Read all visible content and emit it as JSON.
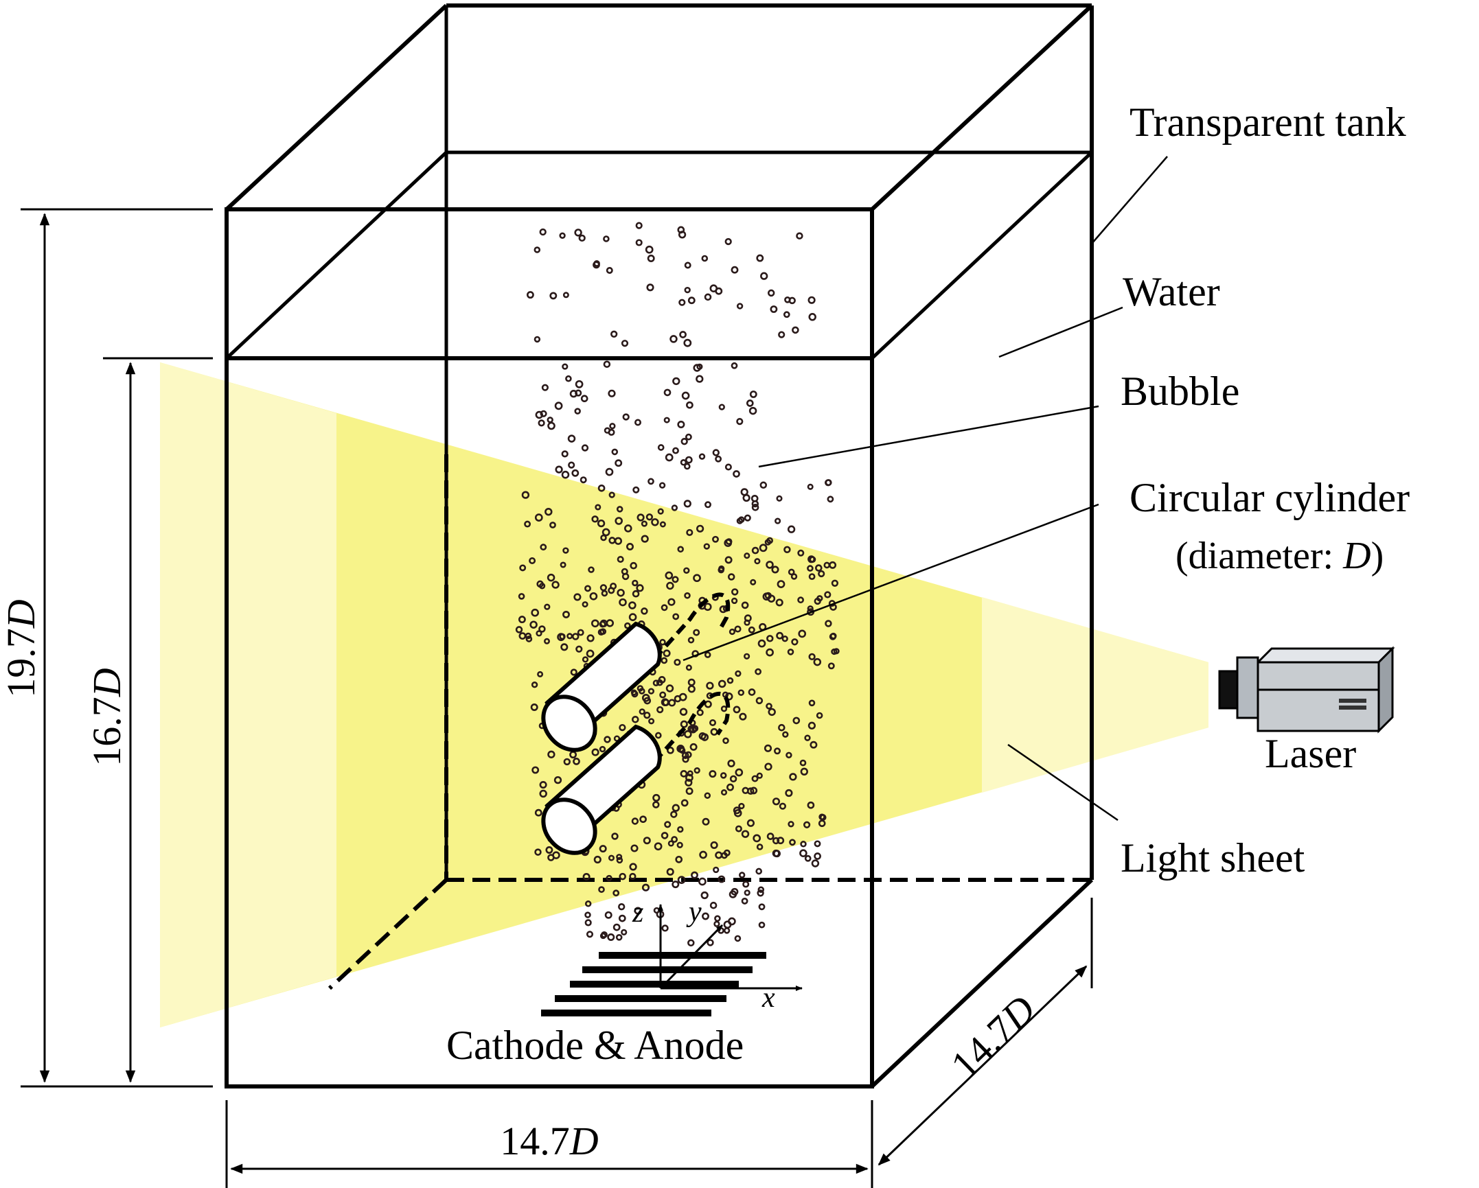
{
  "labels": {
    "tank": "Transparent tank",
    "water": "Water",
    "bubble": "Bubble",
    "cylinder": "Circular cylinder",
    "cylinder_sub_prefix": "(diameter: ",
    "cylinder_sub_var": "D",
    "cylinder_sub_suffix": ")",
    "laser": "Laser",
    "light_sheet": "Light sheet",
    "electrodes": "Cathode & Anode"
  },
  "dimensions": {
    "total_height": {
      "num": "19.7",
      "var": "D"
    },
    "water_height": {
      "num": "16.7",
      "var": "D"
    },
    "width": {
      "num": "14.7",
      "var": "D"
    },
    "depth": {
      "num": "14.7",
      "var": "D"
    }
  },
  "axes": {
    "x": "x",
    "y": "y",
    "z": "z"
  },
  "colors": {
    "outline": "#000000",
    "light_sheet": "#f7f38a",
    "light_sheet_pale": "#fcf9c4",
    "bubble": "#2a1a1a",
    "laser_body": "#c8ccd0"
  }
}
